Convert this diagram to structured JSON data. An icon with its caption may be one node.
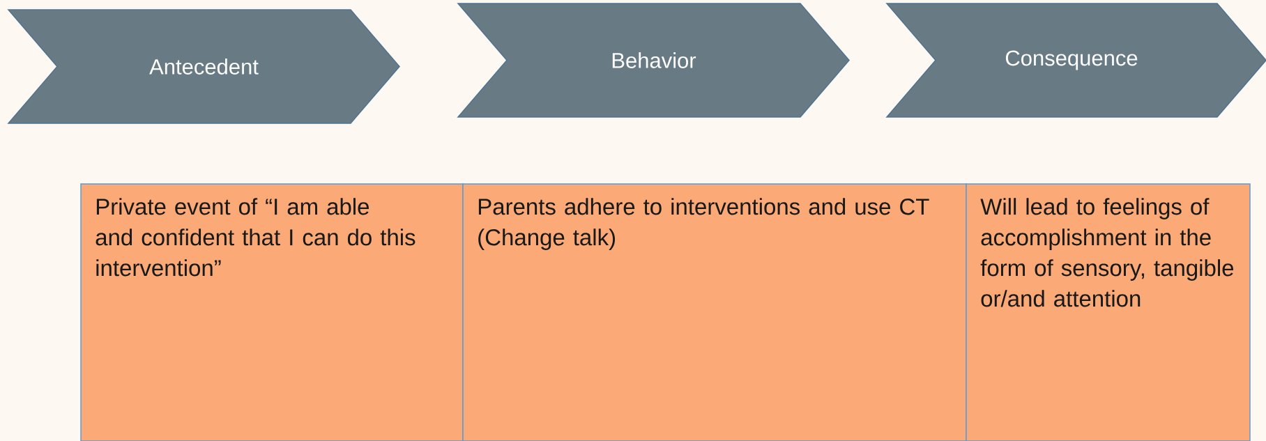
{
  "diagram": {
    "nodes": [
      {
        "text": [
          "Antecedent"
        ]
      },
      {
        "text": [
          "Behavior"
        ]
      },
      {
        "text": [
          "Consequence"
        ]
      }
    ],
    "labels": [
      "Private event of “I am able and confident that I can do this intervention”",
      "Parents adhere to interventions and use CT (Change talk)",
      "Will lead to feelings of accomplishment in the form of sensory, tangible or/and attention"
    ]
  }
}
